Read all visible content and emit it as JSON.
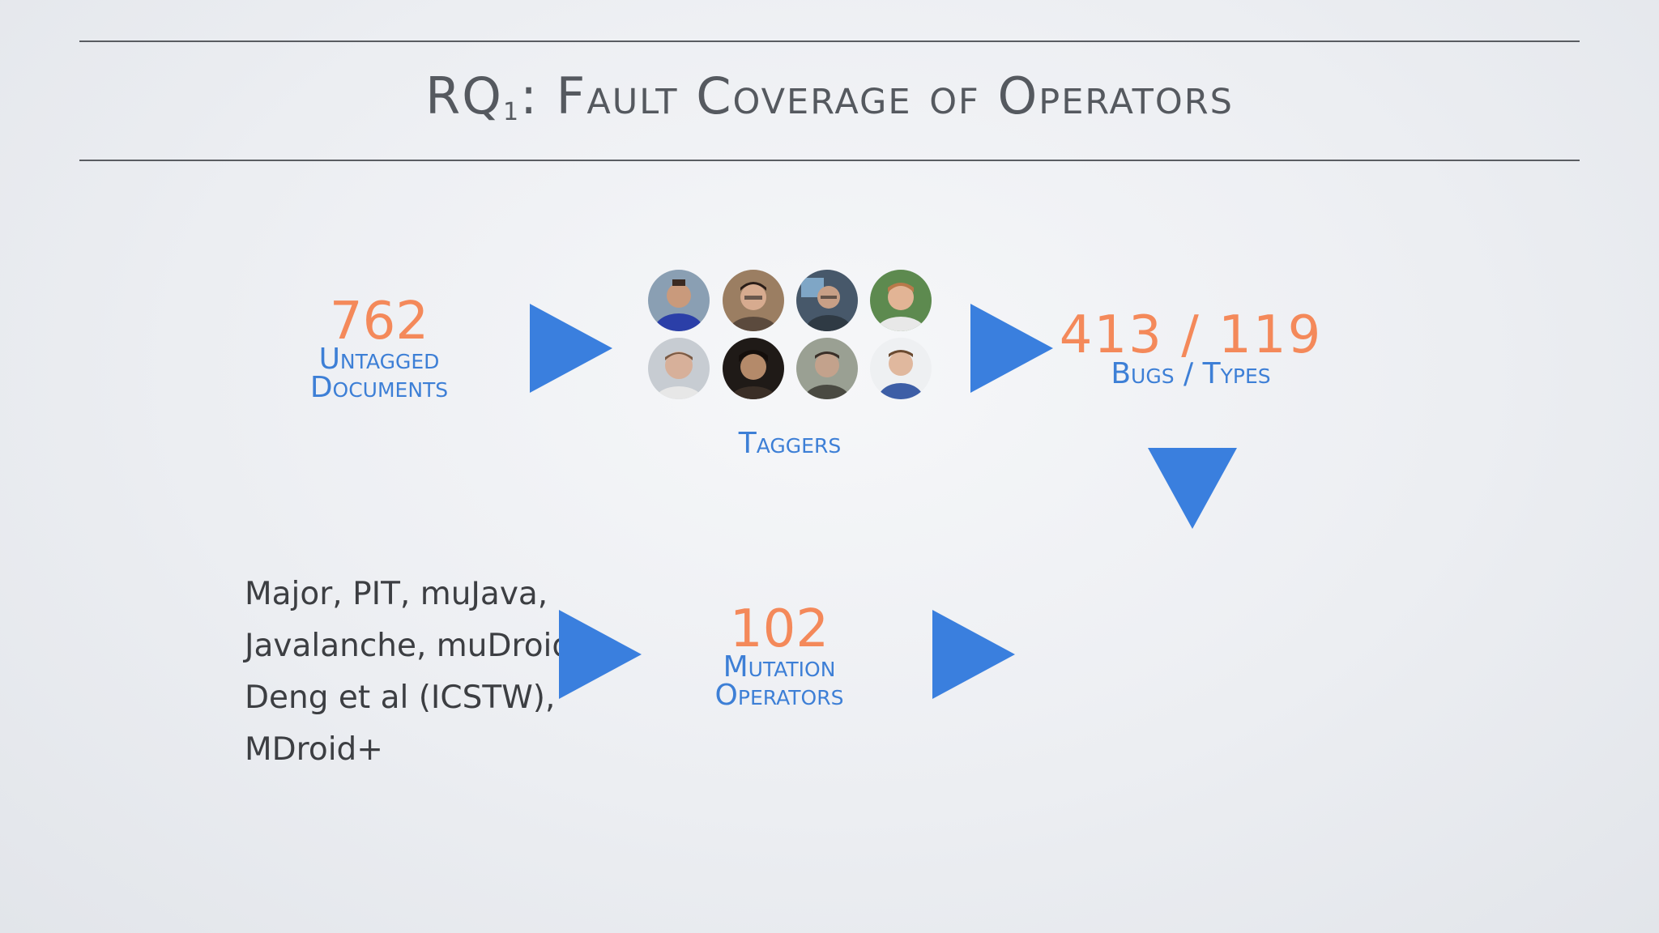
{
  "title": {
    "main": "RQ",
    "sub": "1",
    "rest": ": Fault Coverage of Operators"
  },
  "untagged": {
    "number": "762",
    "line1": "Untagged",
    "line2": "Documents"
  },
  "taggers": {
    "label": "Taggers"
  },
  "bugs": {
    "number": "413 / 119",
    "label": "Bugs / Types"
  },
  "tools": {
    "lines": [
      "Major, PIT, muJava,",
      "Javalanche, muDroid,",
      "Deng et al (ICSTW),",
      "MDroid+"
    ]
  },
  "mutation": {
    "number": "102",
    "line1": "Mutation",
    "line2": "Operators"
  },
  "colors": {
    "accent_blue": "#3a7fde",
    "accent_orange": "#f4895a",
    "text_dark": "#3c3e42"
  }
}
